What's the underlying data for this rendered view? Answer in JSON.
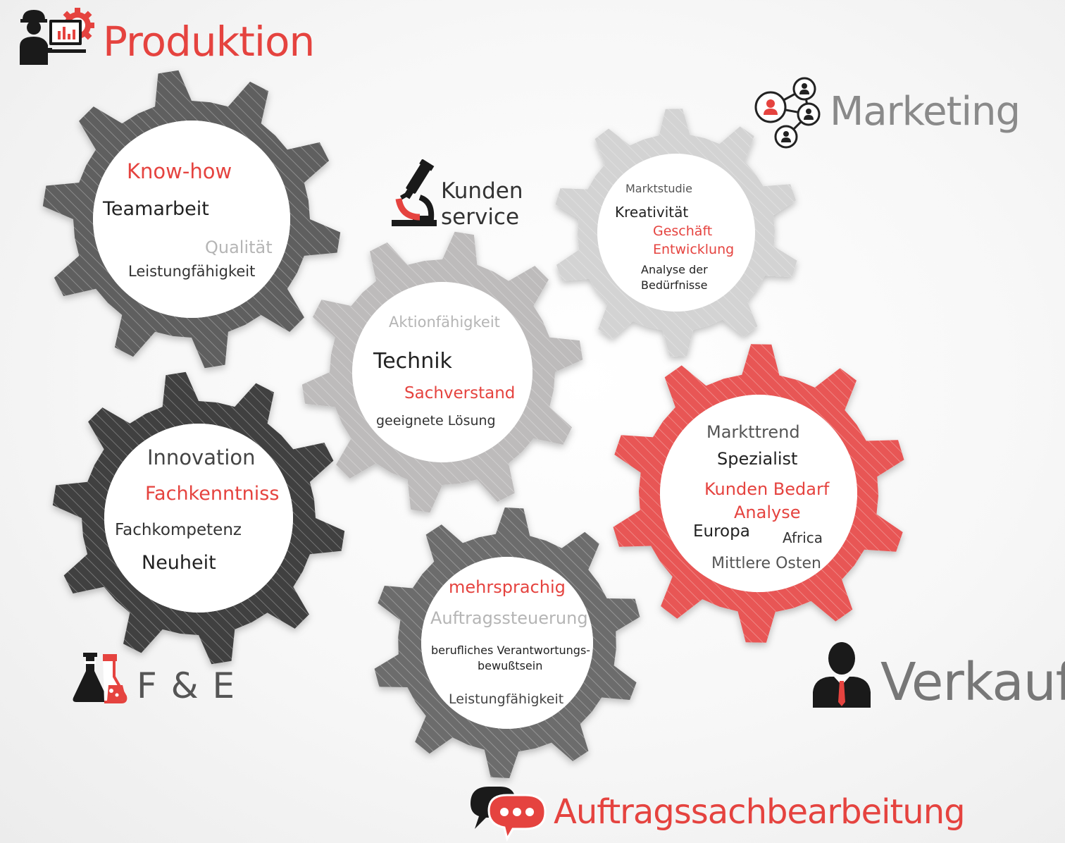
{
  "colors": {
    "accent_red": "#e5433f",
    "gear_red": "#e85654",
    "dark_gray": "#333333",
    "mid_gray": "#5f5f5f",
    "gear_dark": "#404040",
    "gear_light": "#bdbbbb",
    "gear_lighter": "#d3d3d3",
    "gear_mid": "#6c6c6c",
    "text_dark": "#222222",
    "text_light": "#b5b5b5"
  },
  "departments": {
    "produktion": {
      "title": "Produktion",
      "icon": "engineer-computer-icon"
    },
    "marketing": {
      "title": "Marketing",
      "icon": "network-people-icon"
    },
    "kundenservice": {
      "title_line1": "Kunden",
      "title_line2": "service",
      "icon": "microscope-icon"
    },
    "fe": {
      "title": "F & E",
      "icon": "lab-flasks-icon"
    },
    "verkauf": {
      "title": "Verkauf",
      "icon": "businessman-icon"
    },
    "auftrag": {
      "title": "Auftragssachbearbeitung",
      "icon": "chat-bubbles-icon"
    }
  },
  "gears": {
    "produktion": {
      "line1": "Know-how",
      "line2": "Teamarbeit",
      "line3": "Qualität",
      "line4": "Leistungfähigkeit"
    },
    "marketing": {
      "line1": "Marktstudie",
      "line2": "Kreativität",
      "line3": "Geschäft",
      "line4": "Entwicklung",
      "line5": "Analyse der",
      "line6": "Bedürfnisse"
    },
    "kundenservice": {
      "line1": "Aktionfähigkeit",
      "line2": "Technik",
      "line3": "Sachverstand",
      "line4": "geeignete Lösung"
    },
    "fe": {
      "line1": "Innovation",
      "line2": "Fachkenntniss",
      "line3": "Fachkompetenz",
      "line4": "Neuheit"
    },
    "verkauf": {
      "line1": "Markttrend",
      "line2": "Spezialist",
      "line3": "Kunden Bedarf",
      "line4": "Analyse",
      "line5": "Europa",
      "line6": "Africa",
      "line7": "Mittlere Osten"
    },
    "auftrag": {
      "line1": "mehrsprachig",
      "line2": "Auftragssteuerung",
      "line3": "berufliches Verantwortungs-",
      "line4": "bewußtsein",
      "line5": "Leistungfähigkeit"
    }
  }
}
